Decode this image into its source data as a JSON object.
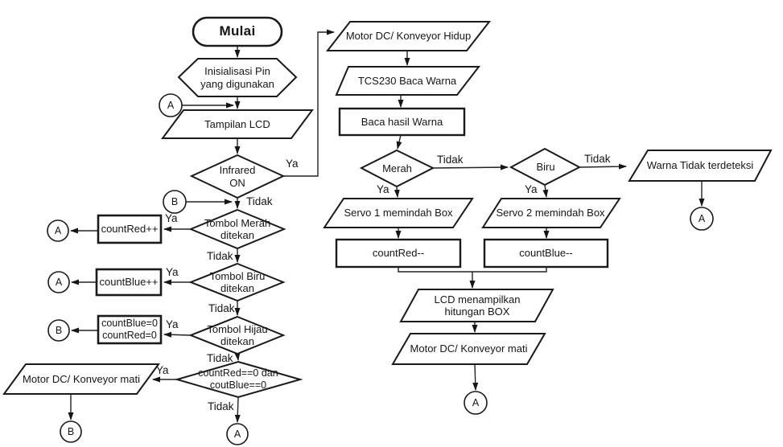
{
  "flowchart": {
    "nodes": {
      "mulai": "Mulai",
      "init": "Inisialisasi Pin yang digunakan",
      "tampilan_lcd": "Tampilan LCD",
      "infrared": "Infrared ON",
      "tombol_merah": "Tombol Merah ditekan",
      "count_red_inc": "countRed++",
      "tombol_biru": "Tombol Biru ditekan",
      "count_blue_inc": "countBlue++",
      "tombol_hijau": "Tombol Hijau ditekan",
      "count_reset": "countBlue=0\ncountRed=0",
      "count_check": "countRed==0 dan coutBlue==0",
      "motor_mati_left": "Motor DC/ Konveyor mati",
      "motor_hidup": "Motor DC/ Konveyor Hidup",
      "tcs230": "TCS230 Baca Warna",
      "baca_hasil": "Baca hasil Warna",
      "merah": "Merah",
      "biru": "Biru",
      "warna_tidak": "Warna Tidak terdeteksi",
      "servo1": "Servo 1 memindah Box",
      "servo2": "Servo 2 memindah Box",
      "count_red_dec": "countRed--",
      "count_blue_dec": "countBlue--",
      "lcd_hitungan": "LCD menampilkan hitungan BOX",
      "motor_mati_right": "Motor DC/ Konveyor mati"
    },
    "labels": {
      "ya": "Ya",
      "tidak": "Tidak"
    },
    "connectors": {
      "a": "A",
      "b": "B"
    },
    "colors": {
      "stroke": "#1a1a1a",
      "background": "#ffffff"
    }
  }
}
